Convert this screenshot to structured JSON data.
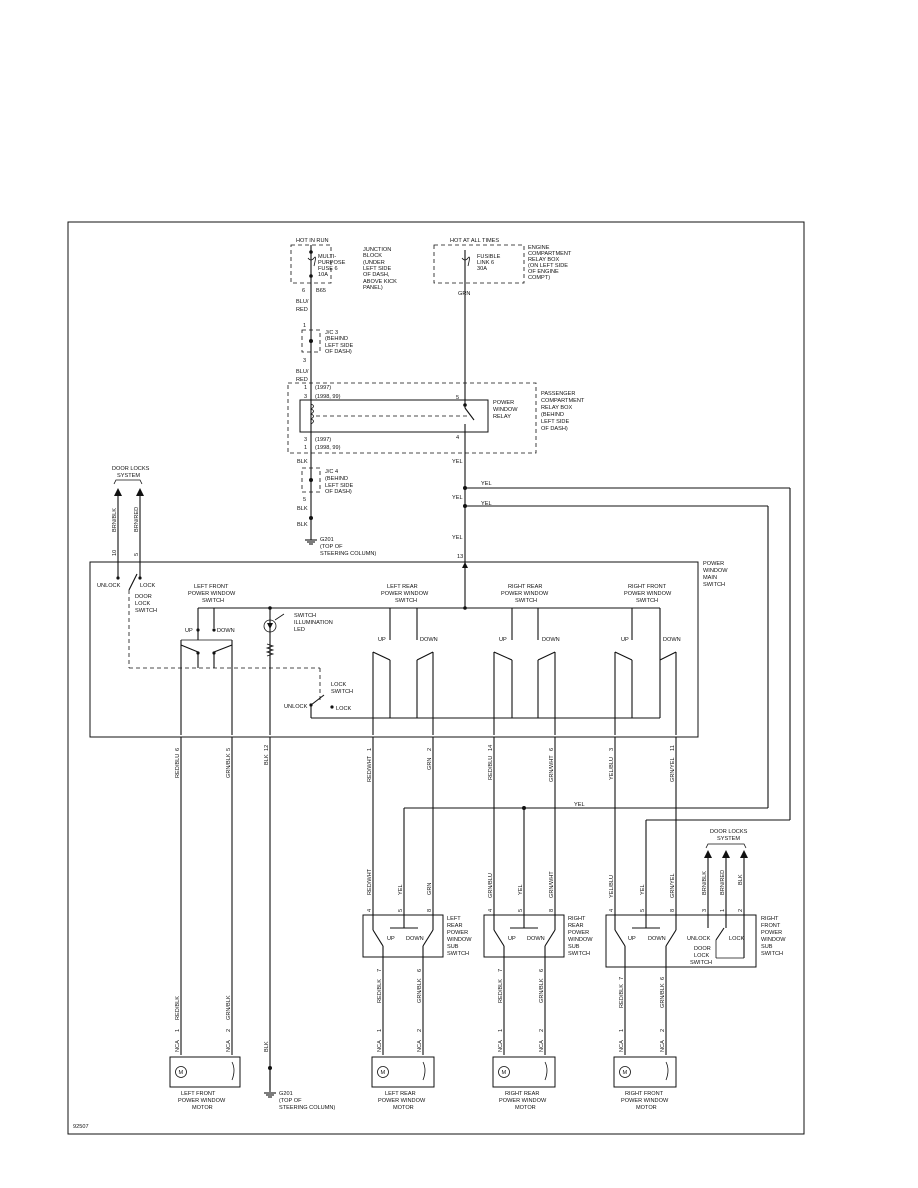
{
  "diagram_id": "92507",
  "sources": {
    "hot_in_run": "HOT IN RUN",
    "hot_at_all_times": "HOT AT ALL TIMES",
    "junction_block": [
      "JUNCTION",
      "BLOCK",
      "(UNDER",
      "LEFT SIDE",
      "OF DASH,",
      "ABOVE KICK",
      "PANEL)"
    ],
    "fuse_label": [
      "MULTI-",
      "PURPOSE",
      "FUSE 6",
      "10A"
    ],
    "fuse_pin_a": "6",
    "fuse_pin_b": "B65",
    "engine_relay_box": [
      "ENGINE",
      "COMPARTMENT",
      "RELAY BOX",
      "(ON LEFT SIDE",
      "OF ENGINE",
      "COMPT)"
    ],
    "fusible_link": [
      "FUSIBLE",
      "LINK 6",
      "30A"
    ]
  },
  "wires": {
    "blu_red": [
      "BLU/",
      "RED"
    ],
    "grn": "GRN",
    "blk": "BLK",
    "yel": "YEL",
    "blu_red_2": [
      "BLU/",
      "RED"
    ],
    "brn_blk": "BRN/BLK",
    "brn_red": "BRN/RED",
    "red_wht": "RED/WHT",
    "grn_blk": "GRN/BLK",
    "red_blk": "RED/BLK",
    "grn_wht": "GRN/WHT",
    "red_blu": "RED/BLU",
    "yel_blu": "YEL/BLU",
    "grn_yel": "GRN/YEL",
    "nca": "NCA"
  },
  "junctions": {
    "jc3": [
      "J/C 3",
      "(BEHIND",
      "LEFT SIDE",
      "OF DASH)"
    ],
    "jc3_pin_in": "1",
    "jc3_pin_out": "3",
    "jc4": [
      "J/C 4",
      "(BEHIND",
      "LEFT SIDE",
      "OF DASH)"
    ],
    "jc4_pin_out": "5",
    "ground_g201": [
      "G201",
      "(TOP OF",
      "STEERING COLUMN)"
    ],
    "ground_g201_b": [
      "G201",
      "(TOP OF",
      "STEERING COLUMN)"
    ]
  },
  "relay": {
    "box_label": [
      "PASSENGER",
      "COMPARTMENT",
      "RELAY BOX",
      "(BEHIND",
      "LEFT SIDE",
      "OF DASH)"
    ],
    "relay_label": [
      "POWER",
      "WINDOW",
      "RELAY"
    ],
    "pin_1": "1",
    "pin_3": "3",
    "pin_1b": "1",
    "pin_3b": "3",
    "year_a": "(1997)",
    "year_b": "(1998, 99)",
    "pin_5": "5",
    "pin_4": "4"
  },
  "main_switch": {
    "title": [
      "POWER",
      "WINDOW",
      "MAIN",
      "SWITCH"
    ],
    "door_lock_system": [
      "DOOR LOCKS",
      "SYSTEM"
    ],
    "unlock": "UNLOCK",
    "lock": "LOCK",
    "door_lock_switch": [
      "DOOR",
      "LOCK",
      "SWITCH"
    ],
    "left_front": [
      "LEFT FRONT",
      "POWER WINDOW",
      "SWITCH"
    ],
    "left_rear": [
      "LEFT REAR",
      "POWER WINDOW",
      "SWITCH"
    ],
    "right_rear": [
      "RIGHT REAR",
      "POWER WINDOW",
      "SWITCH"
    ],
    "right_front": [
      "RIGHT FRONT",
      "POWER WINDOW",
      "SWITCH"
    ],
    "up": "UP",
    "down": "DOWN",
    "illum": [
      "SWITCH",
      "ILLUMINATION",
      "LED"
    ],
    "lock_switch": [
      "LOCK",
      "SWITCH"
    ],
    "pin_10": "10",
    "pin_5": "5",
    "pin_13": "13",
    "pins_bottom": [
      "6",
      "5",
      "12",
      "1",
      "2",
      "14",
      "6",
      "3",
      "11"
    ]
  },
  "sub_switches": {
    "left_rear": [
      "LEFT",
      "REAR",
      "POWER",
      "WINDOW",
      "SUB",
      "SWITCH"
    ],
    "right_rear": [
      "RIGHT",
      "REAR",
      "POWER",
      "WINDOW",
      "SUB",
      "SWITCH"
    ],
    "right_front": [
      "RIGHT",
      "FRONT",
      "POWER",
      "WINDOW",
      "SUB",
      "SWITCH"
    ],
    "door_lock_switch": [
      "DOOR",
      "LOCK",
      "SWITCH"
    ],
    "door_locks_system": [
      "DOOR LOCKS",
      "SYSTEM"
    ],
    "up": "UP",
    "down": "DOWN",
    "unlock": "UNLOCK",
    "lock": "LOCK",
    "pins_lr": [
      "4",
      "5",
      "8",
      "7",
      "6"
    ],
    "pins_rr": [
      "4",
      "5",
      "8",
      "7",
      "6"
    ],
    "pins_rf": [
      "4",
      "5",
      "8",
      "3",
      "1",
      "2",
      "7",
      "6"
    ]
  },
  "motors": {
    "symbol": "M",
    "left_front": [
      "LEFT FRONT",
      "POWER WINDOW",
      "MOTOR"
    ],
    "left_rear": [
      "LEFT REAR",
      "POWER WINDOW",
      "MOTOR"
    ],
    "right_rear": [
      "RIGHT REAR",
      "POWER WINDOW",
      "MOTOR"
    ],
    "right_front": [
      "RIGHT FRONT",
      "POWER WINDOW",
      "MOTOR"
    ],
    "pin_1": "1",
    "pin_2": "2"
  }
}
